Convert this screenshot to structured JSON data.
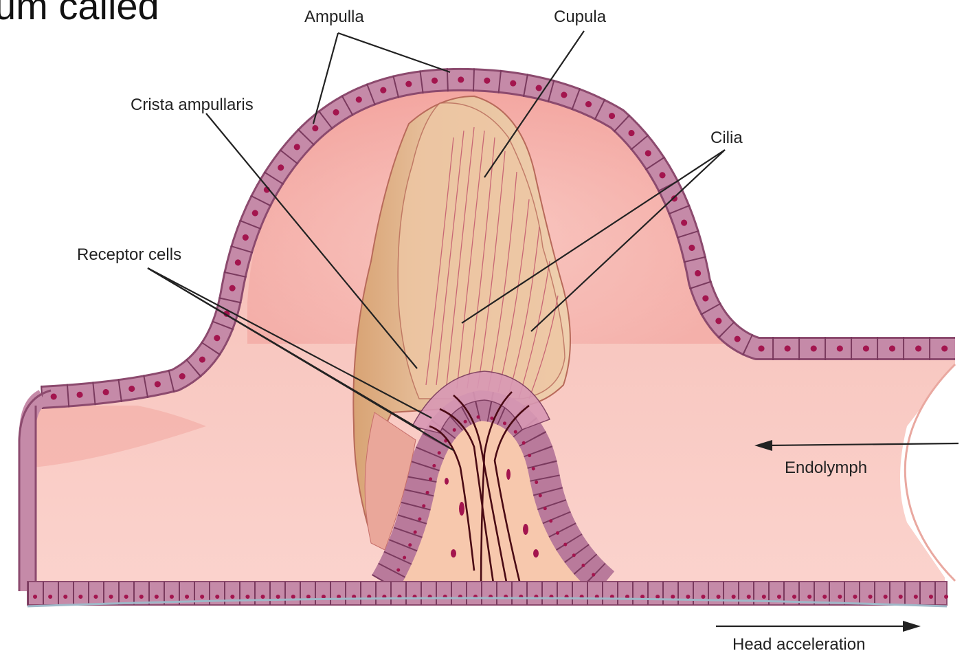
{
  "partial_heading": "um called",
  "labels": {
    "ampulla": "Ampulla",
    "cupula": "Cupula",
    "crista_ampullaris": "Crista ampullaris",
    "cilia": "Cilia",
    "receptor_cells": "Receptor cells",
    "endolymph": "Endolymph",
    "head_acceleration": "Head acceleration"
  },
  "colors": {
    "epithelium": "#b97a9b",
    "epithelium_dark": "#8c4a6e",
    "nucleus": "#a3154e",
    "ampulla_lumen": "#f6c2bc",
    "ampulla_lumen_light": "#fbd9d4",
    "cupula": "#e9c4a0",
    "cupula_dark": "#d9a878",
    "crista_core": "#f7c7a8",
    "nerve": "#4a0a14",
    "leader_line": "#222222"
  }
}
